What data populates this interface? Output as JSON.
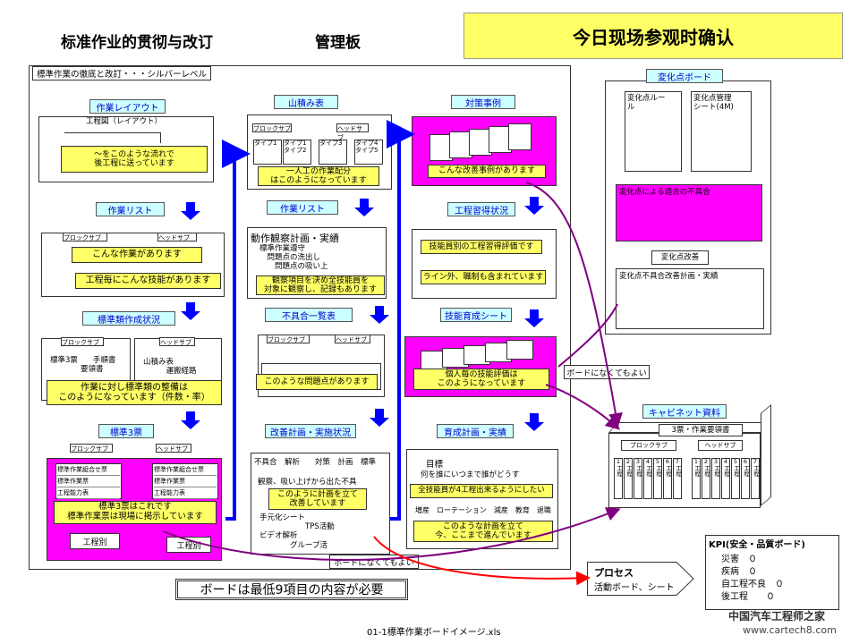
{
  "header": {
    "title": "标准作业的贯彻与改订",
    "subtitle": "管理板",
    "banner": "今日现场参观时确认"
  },
  "main_frame": {
    "title": "標準作業の徹底と改訂・・・シルバーレベル"
  },
  "col1": {
    "layout": {
      "header": "作業レイアウト",
      "figure_label": "工程図（レイアウト）",
      "note": "～をこのような流れで\n後工程に送っています"
    },
    "work_list": {
      "header": "作業リスト",
      "tab1": "ブロックサブ",
      "tab2": "ヘッドサブ",
      "note1": "こんな作業があります",
      "note2": "工程毎にこんな技能があります"
    },
    "standards": {
      "header": "標準類作成状況",
      "tab1": "ブロックサブ",
      "tab2": "ヘッドサブ",
      "text1": "標準3票　　手順書\n　　　　要領書",
      "text2": "山積み表　　\n　　　運搬経路",
      "note": "作業に対し標準類の整備は\nこのようになっています（件数・率）"
    },
    "three_sheets": {
      "header": "標準3票",
      "tab1": "ブロックサブ",
      "tab2": "ヘッドサブ",
      "doc_lines": [
        "標準作業組合せ票",
        "標準作業票",
        "工程能力表"
      ],
      "note": "標準3票はこれです\n標準作業票は現場に掲示しています",
      "proc1": "工程別",
      "proc2": "工程別"
    }
  },
  "col2": {
    "yamazumi": {
      "header": "山積み表",
      "tab1": "ブロックサブ",
      "tab2": "ヘッドサブ",
      "bars": [
        "タイプ1",
        "タイプ1\nタイプ2",
        "タイプ3",
        "タイプ4\nタイプ5"
      ],
      "note": "一人工の作業配分\nはこのようになっています"
    },
    "work_list": {
      "header": "作業リスト",
      "title": "動作観察計画・実績",
      "text": "標準作業遵守\n　問題点の洗出し\n　　問題点の吸い上",
      "note": "観察項目を決め全技能員を\n対象に観察し、記録もあります"
    },
    "defects": {
      "header": "不具合一覧表",
      "tab1": "ブロックサブ",
      "tab2": "ヘッドサブ",
      "note": "このような問題点があります"
    },
    "improvement": {
      "header": "改善計画・実施状況",
      "row1": "不具合　解析　　対策　計画　標準",
      "row2": "観察、吸い上げから出た不具",
      "note": "このように計画を立て\n改善しています",
      "extra": "手元化シート\n　　　　　　TPS活動\nビデオ解析\n　　　　グループ活"
    }
  },
  "col3": {
    "cases": {
      "header": "対策事例",
      "note": "こんな改善事例があります"
    },
    "skill_status": {
      "header": "工程習得状況",
      "note1": "技能員別の工程習得評価です",
      "note2": "ライン外、職制も含まれています"
    },
    "skill_sheet": {
      "header": "技能育成シート",
      "note": "個人毎の技能評価は\nこのようになっています"
    },
    "training": {
      "header": "育成計画・実績",
      "goal_title": "目標",
      "goal_text": "何を誰にいつまで誰がどうす",
      "note": "全技能員が4工程出来るようにしたい",
      "terms": "増産　ローテーション　減産　教育　退職",
      "note2": "このような計画を立て\n今、ここまで進んでいます"
    }
  },
  "change_board": {
    "header": "変化点ボード",
    "item1": "変化点ルー\nル",
    "item2": "変化点管理\nシート(4M)",
    "pink": "変化点による過去の不具合",
    "improve_header": "変化点改善",
    "improve_text": "変化点不具合改善計画・実績"
  },
  "callouts": {
    "no_board_1": "ボードになくてもよい",
    "no_board_2": "ボードになくてもよい",
    "minimum_items": "ボードは最低9項目の内容が必要"
  },
  "cabinet": {
    "header": "キャビネット資料",
    "title": "3票・作業要領書",
    "tab1": "ブロックサブ",
    "tab2": "ヘッドサブ",
    "file_numbers": [
      "1",
      "2",
      "3",
      "4",
      "5",
      "6",
      "7",
      "1",
      "2",
      "3",
      "4",
      "5",
      "6",
      "7"
    ],
    "file_unit": "工程"
  },
  "process_box": {
    "title": "プロセス",
    "text": "活動ボード、シート"
  },
  "kpi": {
    "title": "KPI(安全・品質ボード)",
    "items": [
      "災害　０",
      "疾病　０",
      "自工程不良　０",
      "後工程　　０"
    ]
  },
  "footer": {
    "filename": "01-1標準作業ボードイメージ.xls",
    "watermark": "中国汽车工程师之家",
    "url": "www.cartech8.com"
  },
  "colors": {
    "banner": "#ffff66",
    "magenta": "#ff00ff",
    "header_cyan": "#ccffff",
    "arrow_blue": "#0000ff",
    "arrow_purple": "#800080",
    "arrow_red": "#ff0000"
  }
}
